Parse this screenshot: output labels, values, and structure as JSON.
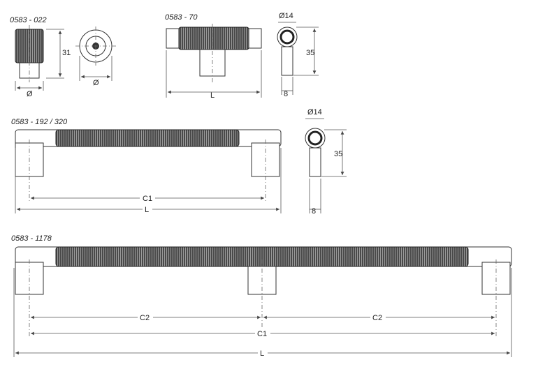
{
  "labels": {
    "part_022": "0583 - 022",
    "part_70": "0583 - 70",
    "part_192": "0583 - 192 / 320",
    "part_1178": "0583 - 1178"
  },
  "dims": {
    "d22_height": "31",
    "d22_width": "Ø",
    "d22_end_width": "Ø",
    "d70_length": "L",
    "d70_diam": "Ø14",
    "d70_height": "35",
    "d70_foot": "8",
    "d192_diam": "Ø14",
    "d192_height": "35",
    "d192_foot": "8",
    "d192_c1": "C1",
    "d192_l": "L",
    "d1178_c2a": "C2",
    "d1178_c2b": "C2",
    "d1178_c1": "C1",
    "d1178_l": "L"
  },
  "colors": {
    "line": "#333333",
    "grip": "#3a3a3a",
    "background": "#ffffff"
  }
}
